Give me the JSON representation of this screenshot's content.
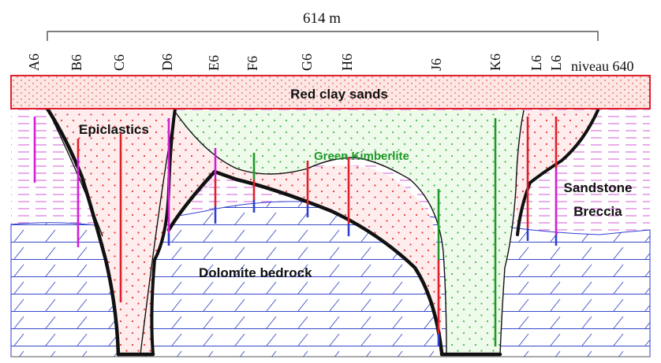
{
  "scale": {
    "label": "614 m"
  },
  "level_label": "niveau 640",
  "boreholes": [
    "A6",
    "B6",
    "C6",
    "D6",
    "E6",
    "F6",
    "G6",
    "H6",
    "J6",
    "K6",
    "L6",
    "L6"
  ],
  "units": {
    "red_clay": "Red clay sands",
    "epiclastics": "Epiclastics",
    "green_kimberlite": "Green Kimberlite",
    "sandstone_line1": "Sandstone",
    "sandstone_line2": "Breccia",
    "dolomite": "Dolomite bedrock"
  },
  "colors": {
    "red": "#e0202a",
    "magenta": "#d21fd6",
    "green": "#1f9a2a",
    "blue": "#2f3fd0",
    "dark": "#111111",
    "dot_red": "#e23a3a",
    "dot_green": "#49b94f"
  }
}
